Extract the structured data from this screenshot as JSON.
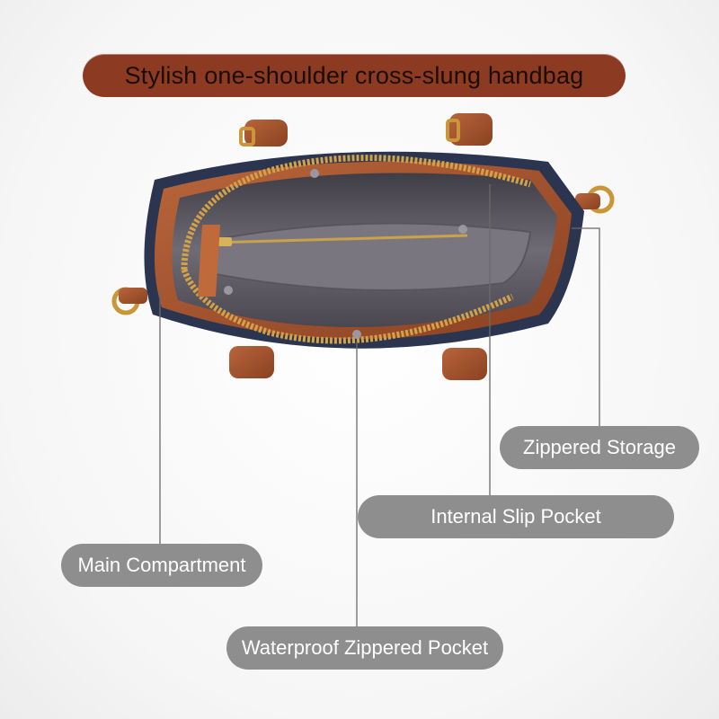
{
  "title": "Stylish one-shoulder cross-slung handbag",
  "callouts": {
    "zippered_storage": "Zippered Storage",
    "internal_slip_pocket": "Internal Slip Pocket",
    "main_compartment": "Main Compartment",
    "waterproof_zippered_pocket": "Waterproof Zippered Pocket"
  },
  "colors": {
    "title_pill": "#8c3b22",
    "callout_pill": "#8e8e8e",
    "leather_brown": "#a4532e",
    "navy_trim": "#2b3550",
    "lining_gray": "#6b6870",
    "zipper_gold": "#d2a24a"
  }
}
